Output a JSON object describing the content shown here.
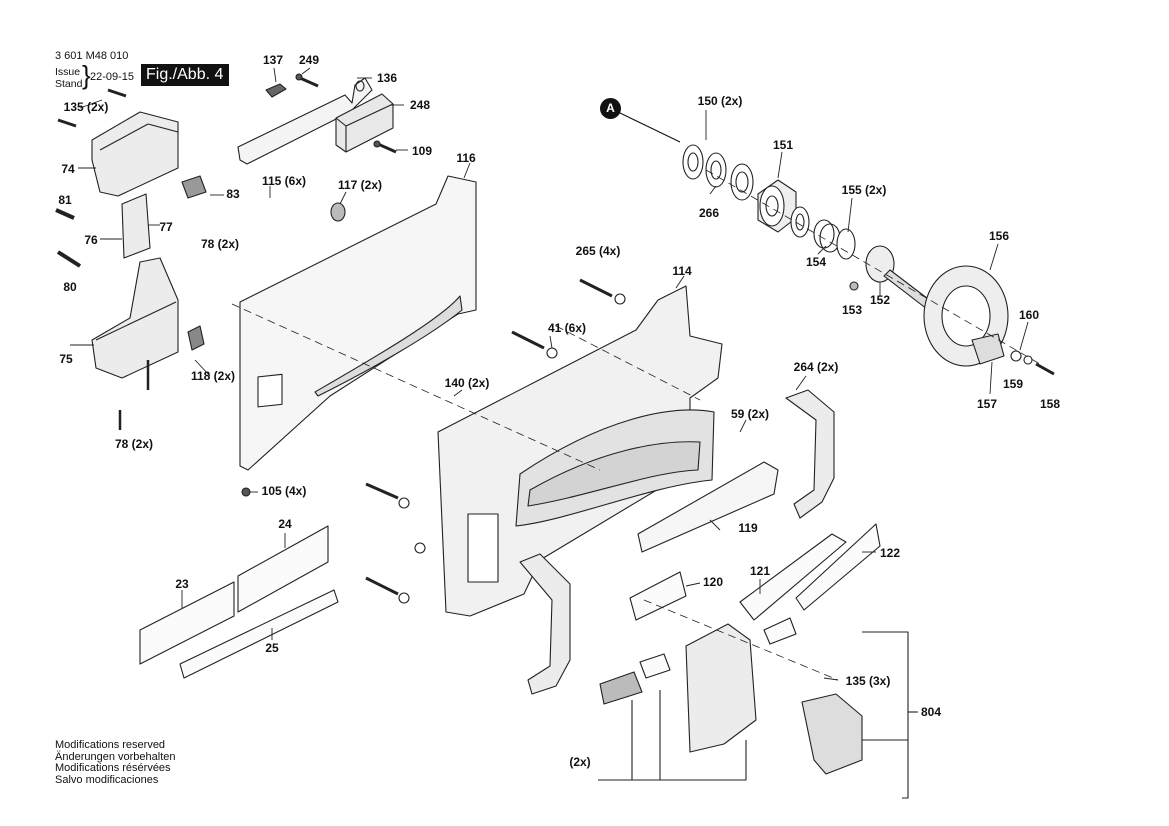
{
  "header": {
    "part_number": "3 601 M48 010",
    "issue_label": "Issue\nStand",
    "issue_date": "22-09-15",
    "figure": "Fig./Abb. 4"
  },
  "marker_a": "A",
  "modifications": [
    "Modifications reserved",
    "Änderungen vorbehalten",
    "Modifications résérvées",
    "Salvo modificaciones"
  ],
  "callouts": [
    {
      "id": "137",
      "text": "137"
    },
    {
      "id": "249",
      "text": "249"
    },
    {
      "id": "136",
      "text": "136"
    },
    {
      "id": "248",
      "text": "248"
    },
    {
      "id": "135a",
      "text": "135 (2x)"
    },
    {
      "id": "74",
      "text": "74"
    },
    {
      "id": "109",
      "text": "109"
    },
    {
      "id": "116",
      "text": "116"
    },
    {
      "id": "115",
      "text": "115 (6x)"
    },
    {
      "id": "117",
      "text": "117 (2x)"
    },
    {
      "id": "81",
      "text": "81"
    },
    {
      "id": "83",
      "text": "83"
    },
    {
      "id": "77",
      "text": "77"
    },
    {
      "id": "76",
      "text": "76"
    },
    {
      "id": "78a",
      "text": "78 (2x)"
    },
    {
      "id": "80",
      "text": "80"
    },
    {
      "id": "75",
      "text": "75"
    },
    {
      "id": "118",
      "text": "118 (2x)"
    },
    {
      "id": "78b",
      "text": "78 (2x)"
    },
    {
      "id": "105",
      "text": "105 (4x)"
    },
    {
      "id": "24",
      "text": "24"
    },
    {
      "id": "23",
      "text": "23"
    },
    {
      "id": "25",
      "text": "25"
    },
    {
      "id": "150",
      "text": "150 (2x)"
    },
    {
      "id": "151",
      "text": "151"
    },
    {
      "id": "266",
      "text": "266"
    },
    {
      "id": "155",
      "text": "155 (2x)"
    },
    {
      "id": "154",
      "text": "154"
    },
    {
      "id": "156",
      "text": "156"
    },
    {
      "id": "152",
      "text": "152"
    },
    {
      "id": "153",
      "text": "153"
    },
    {
      "id": "160",
      "text": "160"
    },
    {
      "id": "157",
      "text": "157"
    },
    {
      "id": "159",
      "text": "159"
    },
    {
      "id": "158",
      "text": "158"
    },
    {
      "id": "265",
      "text": "265 (4x)"
    },
    {
      "id": "114",
      "text": "114"
    },
    {
      "id": "41",
      "text": "41 (6x)"
    },
    {
      "id": "140",
      "text": "140 (2x)"
    },
    {
      "id": "264",
      "text": "264 (2x)"
    },
    {
      "id": "59",
      "text": "59 (2x)"
    },
    {
      "id": "119",
      "text": "119"
    },
    {
      "id": "122",
      "text": "122"
    },
    {
      "id": "121",
      "text": "121"
    },
    {
      "id": "120",
      "text": "120"
    },
    {
      "id": "135b",
      "text": "135 (3x)"
    },
    {
      "id": "804",
      "text": "804"
    },
    {
      "id": "2x",
      "text": "(2x)"
    }
  ]
}
